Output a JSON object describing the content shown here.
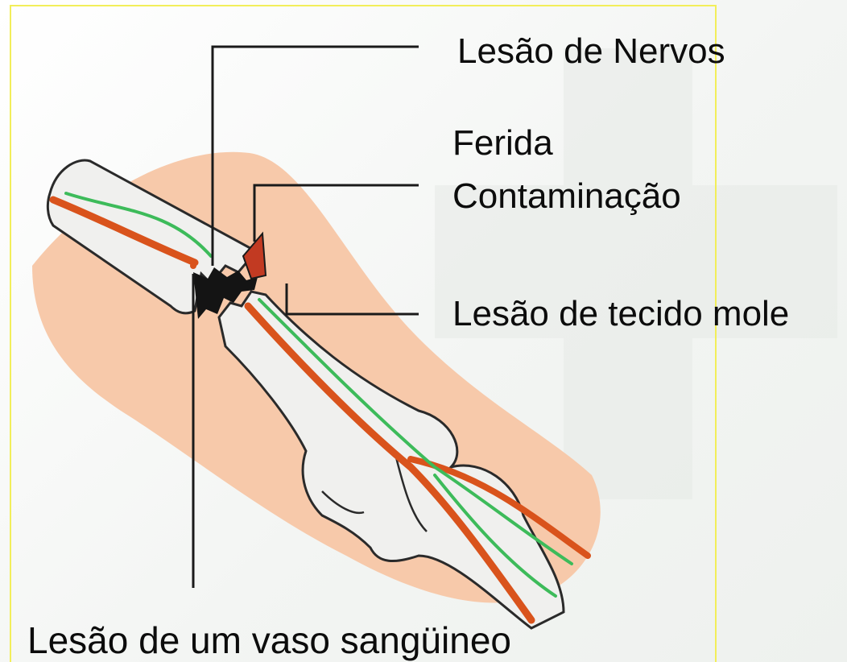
{
  "labels": {
    "nerve_injury": "Lesão de Nervos",
    "wound": "Ferida",
    "contamination": "Contaminação",
    "soft_tissue_injury": "Lesão de tecido mole",
    "vessel_injury": "Lesão de um vaso sangüineo"
  },
  "colors": {
    "skin": "#f7c9aa",
    "bone": "#f0f0ee",
    "bone_outline": "#2a2a2a",
    "artery": "#d9531c",
    "nerve": "#3dbb5a",
    "wound": "#c23a22",
    "leader_line": "#1a1a1a",
    "frame": "#f2ee5a"
  }
}
